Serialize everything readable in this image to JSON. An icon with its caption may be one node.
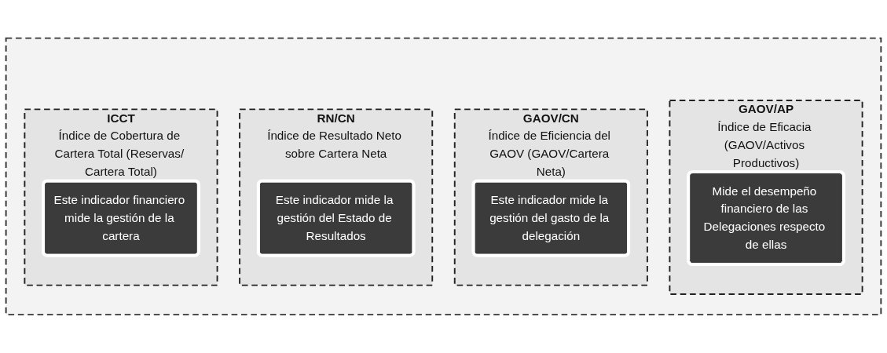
{
  "diagram": {
    "nodes": [
      {
        "text": [],
        "shape": "box"
      },
      {
        "text": [
          "ICCT",
          "Índice de Cobertura de Cartera Total (Reservas/ Cartera Total)"
        ],
        "in": 0
      },
      {
        "text": [
          "Este indicador financiero mide la gestión de la cartera"
        ],
        "in": 1
      },
      {
        "text": [
          "RN/CN",
          "Índice de Resultado Neto sobre Cartera Neta"
        ],
        "in": 0
      },
      {
        "text": [
          "Este indicador mide la gestión del Estado de Resultados"
        ],
        "in": 3
      },
      {
        "text": [
          "GAOV/CN",
          "Índice de Eficiencia del GAOV (GAOV/Cartera Neta)"
        ],
        "in": 0
      },
      {
        "text": [
          "Este indicador mide la gestión del gasto de la delegación"
        ],
        "in": 5
      },
      {
        "text": [
          "GAOV/AP",
          "Índice de Eficacia (GAOV/Activos Productivos)"
        ],
        "in": 0
      },
      {
        "text": [
          "Mide el desempeño financiero de las Delegaciones respecto de ellas"
        ],
        "in": 7
      }
    ],
    "edges": []
  }
}
